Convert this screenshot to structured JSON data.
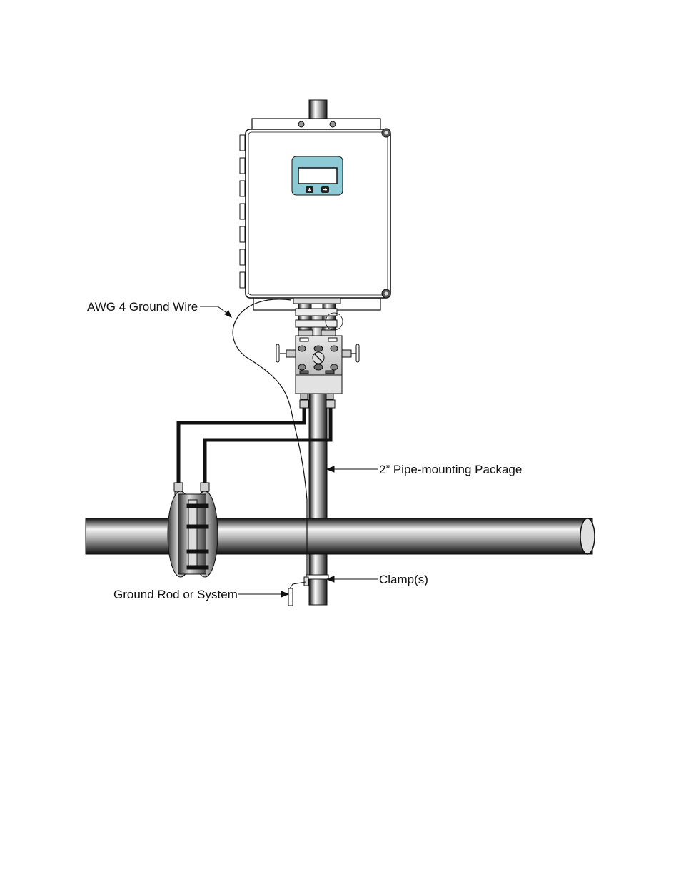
{
  "labels": {
    "ground_wire": "AWG 4 Ground Wire",
    "pipe_package": "2” Pipe-mounting Package",
    "clamp": "Clamp(s)",
    "ground_rod": "Ground Rod or System"
  },
  "colors": {
    "display_panel": "#8ccad6",
    "line": "#111111",
    "enclosure": "#ffffff"
  },
  "icons": {
    "display_left_button": "arrow-down-icon",
    "display_right_button": "arrow-right-icon"
  }
}
